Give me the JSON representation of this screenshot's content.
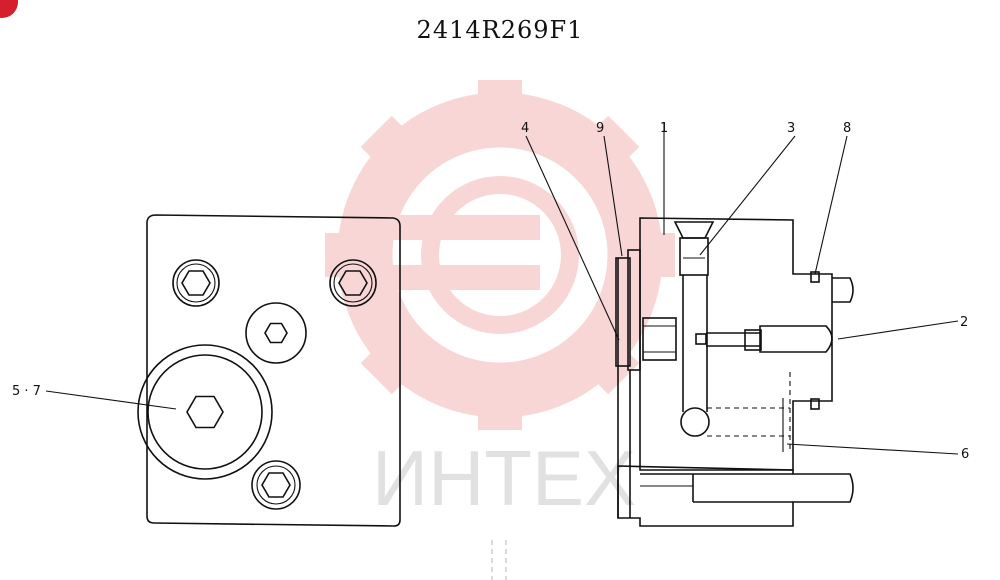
{
  "drawing": {
    "part_number": "2414R269F1",
    "watermark_text": "ИНТЕХ",
    "callouts": {
      "c1": "1",
      "c2": "2",
      "c3": "3",
      "c4": "4",
      "c5_7": "5 · 7",
      "c6": "6",
      "c8": "8",
      "c9": "9"
    }
  },
  "colors": {
    "line": "#111111",
    "watermark_logo": "#f2a6a6",
    "watermark_text": "#c9c9c9",
    "corner_badge": "#d61f2c"
  }
}
